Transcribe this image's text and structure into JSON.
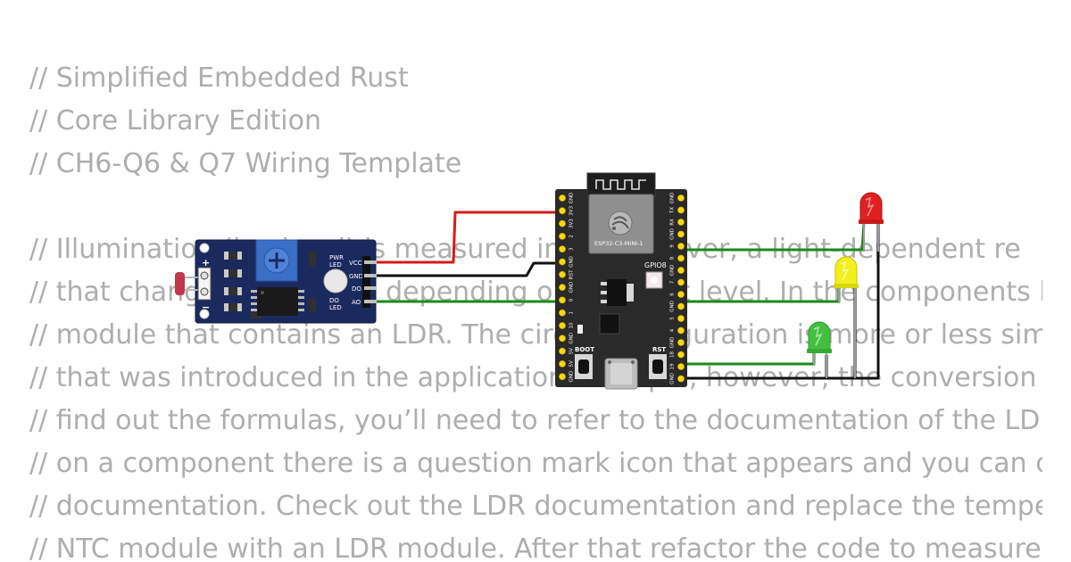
{
  "comment_lines": [
    "// Simplified Embedded Rust",
    "// Core Library Edition",
    "// CH6-Q6 & Q7 Wiring Template",
    "",
    "// Illumination (lux level) is measured in ... Moreover, a light-dependent re",
    "// that changes resistance depending on the light level. In the components list",
    "// module that contains an LDR. The circuit configuration is more or less sim",
    "// that was introduced in the application example, however, the conversion",
    "// find out the formulas, you’ll need to refer to the documentation of the LDR",
    "// on a component there is a question mark icon that appears and you can c",
    "// documentation. Check out the LDR documentation and replace the tempe",
    "// NTC module with an LDR module. After that refactor the code to measure"
  ],
  "ldr_module": {
    "pins": [
      "VCC",
      "GND",
      "DO",
      "AO"
    ],
    "pwr_led_label": [
      "PWR",
      "LED"
    ],
    "do_led_label": [
      "DO",
      "LED"
    ],
    "plus_sign": "+",
    "minus_sign": "−"
  },
  "esp32": {
    "module_label": "ESP32-C3-MINI-1",
    "gpio_label": "GPIO8",
    "boot_label": "BOOT",
    "rst_label": "RST",
    "left_pins": [
      "GND",
      "3V3",
      "3V3",
      "2",
      "3",
      "GND",
      "RST",
      "GND",
      "0",
      "1",
      "10",
      "GND",
      "5V",
      "5V",
      "GND"
    ],
    "right_pins": [
      "GND",
      "TX",
      "RX",
      "GND",
      "9",
      "8",
      "GND",
      "7",
      "6",
      "GND",
      "5",
      "4",
      "GND",
      "18",
      "19",
      "GND"
    ]
  },
  "leds": [
    {
      "color_name": "red",
      "color": "#e02020"
    },
    {
      "color_name": "yellow",
      "color": "#f2ef1b"
    },
    {
      "color_name": "green",
      "color": "#44c040"
    }
  ],
  "wire_colors": {
    "power": "#d61a1a",
    "ground": "#111111",
    "signal": "#1a8a1a"
  }
}
